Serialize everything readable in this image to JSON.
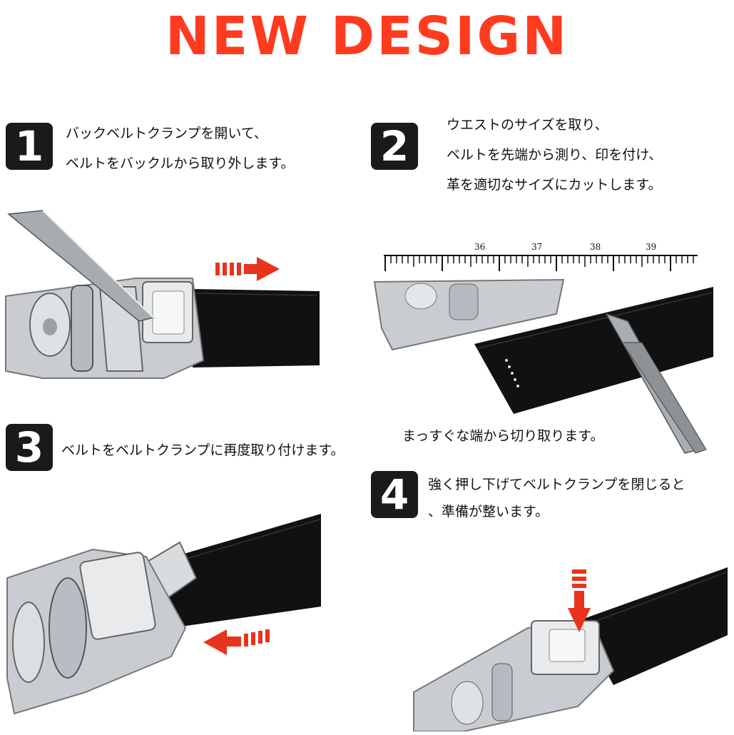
{
  "title": "NEW DESIGN",
  "steps": [
    {
      "number": "1",
      "lines": [
        "バックベルトクランプを開いて、",
        "ベルトをバックルから取り外します。"
      ]
    },
    {
      "number": "2",
      "lines": [
        "ウエストのサイズを取り、",
        "ベルトを先端から測り、印を付け、",
        "革を適切なサイズにカットします。"
      ]
    },
    {
      "number": "3",
      "lines": [
        "ベルトをベルトクランプに再度取り付けます。"
      ]
    },
    {
      "number": "4",
      "lines": [
        "強く押し下げてベルトクランプを閉じると",
        "、準備が整います。"
      ]
    }
  ],
  "ruler": {
    "labels": [
      "36",
      "37",
      "38",
      "39"
    ]
  },
  "cut_caption": "まっすぐな端から切り取ります。",
  "colors": {
    "title": "#ff3b1f",
    "badge": "#1a1a1a",
    "arrow": "#e8341c",
    "belt": "#111111",
    "metal": "#c9cdd2"
  }
}
